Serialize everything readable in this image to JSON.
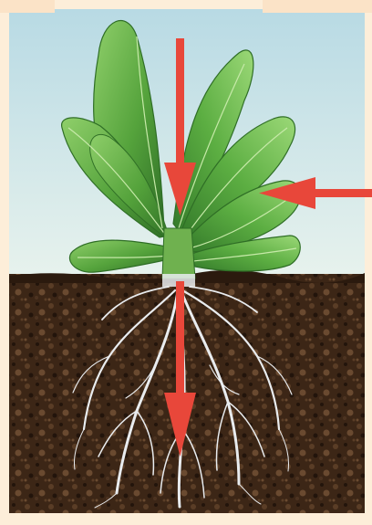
{
  "image": {
    "subject": "plant",
    "colors": {
      "page_bg": "#fdeed9",
      "sky_top": "#b8dae4",
      "sky_bottom": "#e7f2ed",
      "soil": "#3c2616",
      "soil_dark": "#22140b",
      "soil_light": "#6a4a30",
      "leaf": "#55a33c",
      "leaf_dark": "#2f6e26",
      "leaf_light": "#8fcf6a",
      "root": "#e9ecef",
      "arrow": "#e8473a"
    },
    "arrows": [
      {
        "id": "arrow-down-stem"
      },
      {
        "id": "arrow-left-leaf"
      },
      {
        "id": "arrow-down-roots"
      }
    ]
  }
}
